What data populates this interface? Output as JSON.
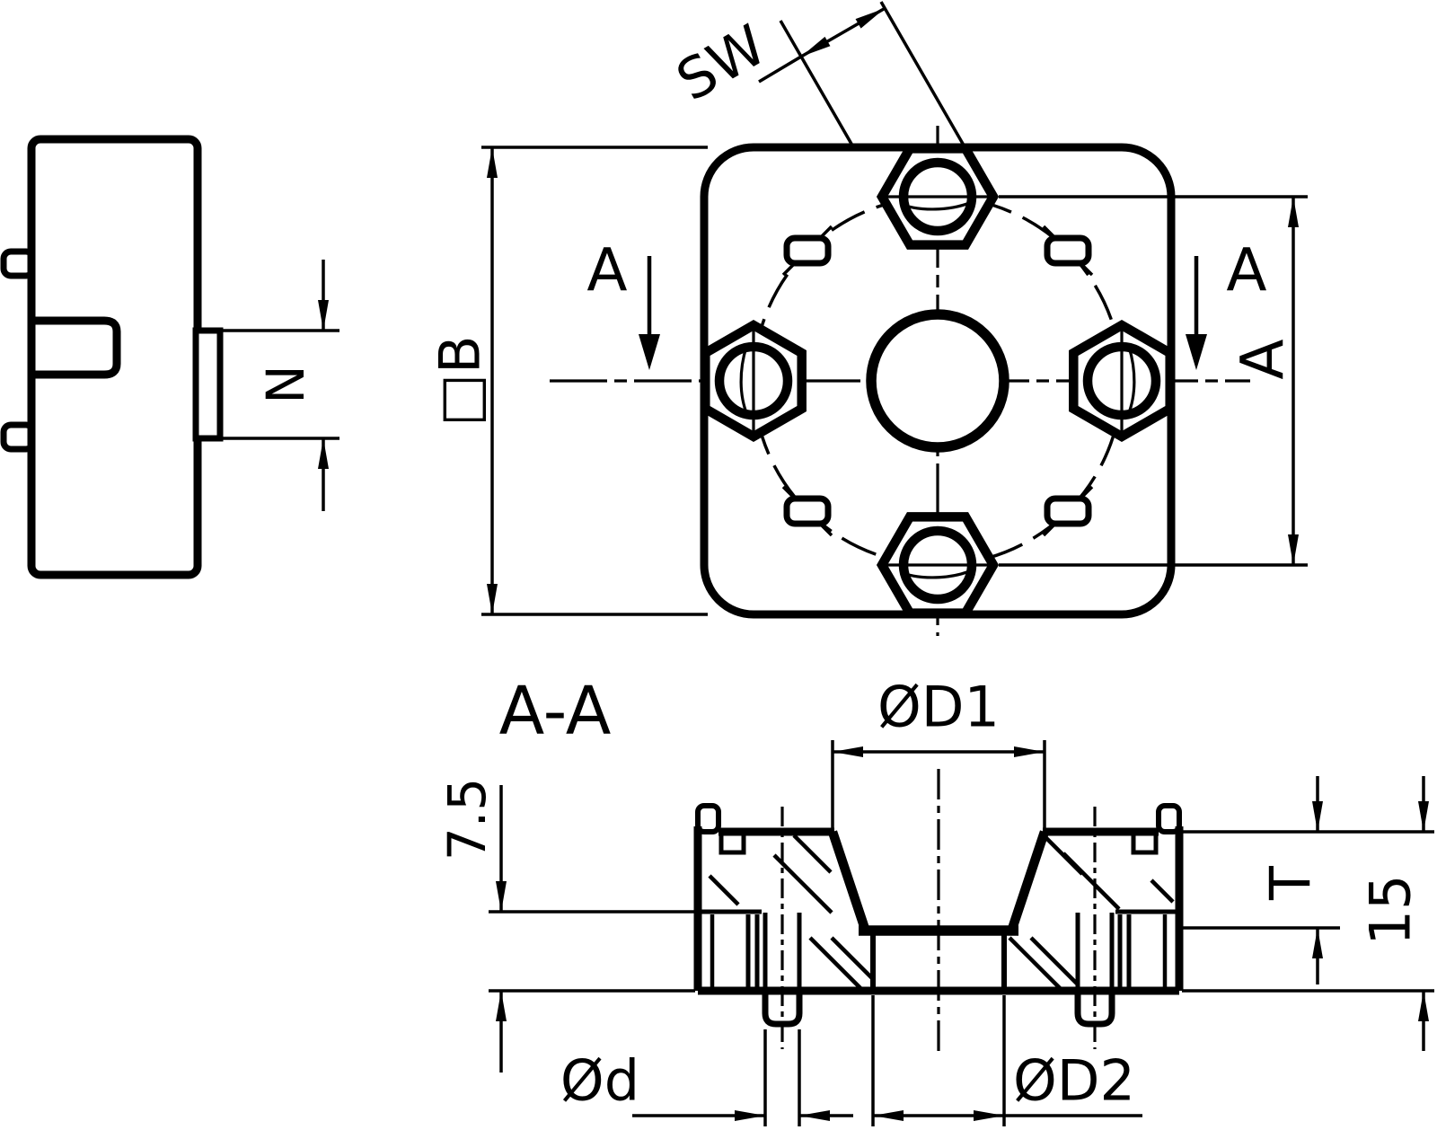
{
  "drawing": {
    "colors": {
      "ink": "#000000",
      "paper": "#ffffff"
    },
    "side_view": {
      "dim_n": "N"
    },
    "front_view": {
      "dim_sw": "SW",
      "dim_b": "□B",
      "dim_a": "A",
      "section_cut_left": "A",
      "section_cut_right": "A"
    },
    "section_view": {
      "title": "A-A",
      "dim_d1": "ØD1",
      "dim_depth": "7.5",
      "dim_t": "T",
      "dim_15": "15",
      "dim_d": "Ød",
      "dim_d2": "ØD2"
    }
  }
}
